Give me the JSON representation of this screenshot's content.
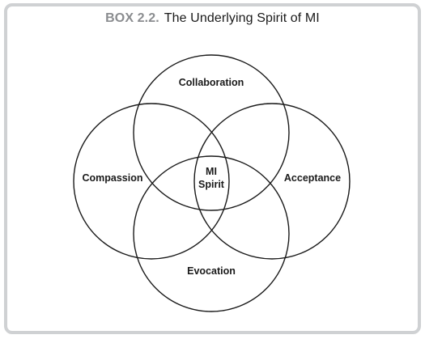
{
  "box": {
    "label": "BOX 2.2.",
    "title": "The Underlying Spirit of MI"
  },
  "diagram": {
    "circles": {
      "top": "Collaboration",
      "left": "Compassion",
      "right": "Acceptance",
      "bottom": "Evocation"
    },
    "center": {
      "line1": "MI",
      "line2": "Spirit"
    }
  },
  "colors": {
    "frame_border": "#cfd1d3",
    "label_gray": "#8a8c8f",
    "stroke": "#1a1a1a"
  }
}
